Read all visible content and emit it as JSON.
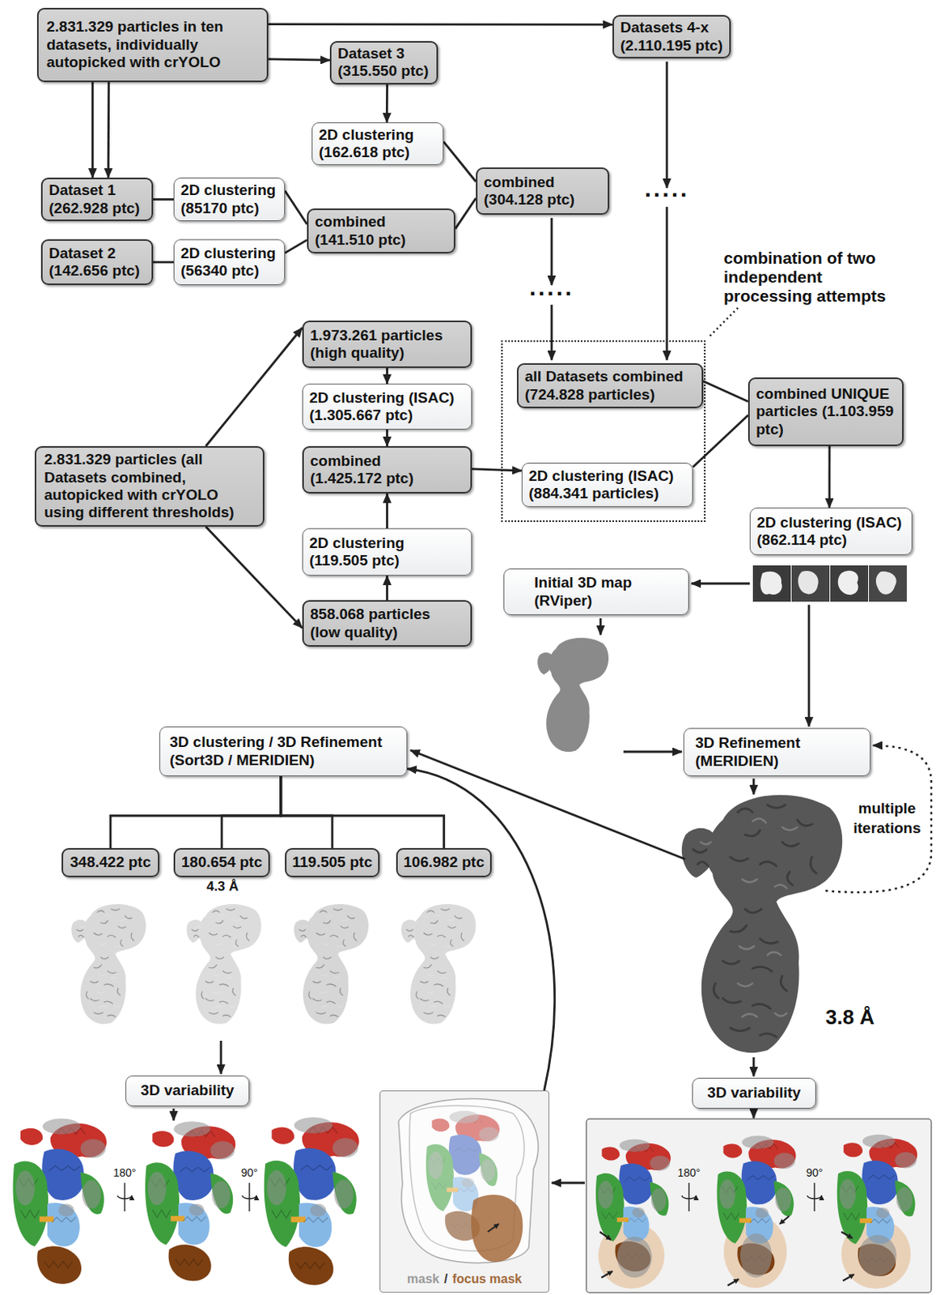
{
  "diagram": {
    "nodes": [
      {
        "text": [
          "2.831.329 particles in ten datasets, individually autopicked with crYOLO"
        ]
      },
      {
        "text": [
          "Dataset 3 (315.550 ptc)"
        ]
      },
      {
        "text": [
          "Datasets 4-x (2.110.195 ptc)"
        ]
      },
      {
        "text": [
          "2D clustering (162.618 ptc)"
        ]
      },
      {
        "text": [
          "Dataset 1 (262.928 ptc)"
        ]
      },
      {
        "text": [
          "2D clustering (85170 ptc)"
        ]
      },
      {
        "text": [
          "combined (304.128 ptc)"
        ]
      },
      {
        "text": [
          "combined (141.510 ptc)"
        ]
      },
      {
        "text": [
          "Dataset 2 (142.656 ptc)"
        ]
      },
      {
        "text": [
          "2D clustering (56340 ptc)"
        ]
      },
      {
        "text": [
          "combination of two independent processing attempts"
        ]
      },
      {
        "text": [
          "1.973.261 particles (high quality)"
        ]
      },
      {
        "text": [
          "all Datasets combined (724.828 particles)"
        ],
        "in": 10
      },
      {
        "text": [
          "combined UNIQUE particles (1.103.959 ptc)"
        ]
      },
      {
        "text": [
          "2D clustering (ISAC) (1.305.667 ptc)"
        ]
      },
      {
        "text": [
          "2.831.329 particles (all Datasets combined, autopicked with crYOLO using different thresholds)"
        ]
      },
      {
        "text": [
          "combined (1.425.172 ptc)"
        ]
      },
      {
        "text": [
          "2D clustering (ISAC) (884.341 particles)"
        ],
        "in": 10
      },
      {
        "text": [
          "2D clustering (ISAC) (862.114 ptc)"
        ]
      },
      {
        "text": [
          "Initial 3D map (RViper)"
        ]
      },
      {
        "text": [
          "2D clustering (119.505 ptc)"
        ]
      },
      {
        "text": [
          "858.068 particles (low quality)"
        ]
      },
      {
        "text": [
          "3D clustering / 3D Refinement (Sort3D / MERIDIEN)"
        ]
      },
      {
        "text": [
          "3D Refinement (MERIDIEN)"
        ]
      },
      {
        "text": [
          "348.422 ptc"
        ]
      },
      {
        "text": [
          "180.654 ptc"
        ]
      },
      {
        "text": [
          "119.505 ptc"
        ]
      },
      {
        "text": [
          "106.982 ptc"
        ]
      },
      {
        "text": [
          "3D variability"
        ]
      },
      {
        "text": [
          "3D variability"
        ]
      },
      {
        "text": [
          "mask",
          "/",
          "focus mask"
        ]
      }
    ],
    "edges": [
      {
        "from": 0,
        "to": 2,
        "arrow": "to"
      },
      {
        "from": 0,
        "to": 1,
        "arrow": "to"
      },
      {
        "from": 0,
        "to": 4,
        "arrow": "to"
      },
      {
        "from": 0,
        "to": 4,
        "arrow": "to"
      },
      {
        "from": 1,
        "to": 3,
        "arrow": "to"
      },
      {
        "from": 4,
        "to": 5,
        "arrow": "none"
      },
      {
        "from": 8,
        "to": 9,
        "arrow": "none"
      },
      {
        "from": 5,
        "to": 7,
        "arrow": "none"
      },
      {
        "from": 9,
        "to": 7,
        "arrow": "none"
      },
      {
        "from": 3,
        "to": 6,
        "arrow": "none"
      },
      {
        "from": 7,
        "to": 6,
        "arrow": "none"
      },
      {
        "from": 15,
        "to": 11,
        "arrow": "to"
      },
      {
        "from": 15,
        "to": 21,
        "arrow": "to"
      },
      {
        "from": 11,
        "to": 14,
        "arrow": "to"
      },
      {
        "from": 14,
        "to": 16,
        "arrow": "to"
      },
      {
        "from": 21,
        "to": 20,
        "arrow": "to"
      },
      {
        "from": 20,
        "to": 16,
        "arrow": "to"
      },
      {
        "from": 16,
        "to": 17,
        "arrow": "to"
      },
      {
        "from": 12,
        "to": 13,
        "arrow": "none"
      },
      {
        "from": 17,
        "to": 13,
        "arrow": "none"
      },
      {
        "from": 13,
        "to": 18,
        "arrow": "to"
      },
      {
        "from": 22,
        "to": 24,
        "arrow": "none"
      },
      {
        "from": 22,
        "to": 25,
        "arrow": "none"
      },
      {
        "from": 22,
        "to": 26,
        "arrow": "none"
      },
      {
        "from": 22,
        "to": 27,
        "arrow": "none"
      },
      {
        "from": 30,
        "to": 22,
        "arrow": "to"
      }
    ],
    "labels": [
      ".....",
      ".....",
      "multiple iterations",
      "4.3 Å",
      "3.8 Å",
      "180°",
      "90°",
      "180°",
      "90°"
    ]
  }
}
